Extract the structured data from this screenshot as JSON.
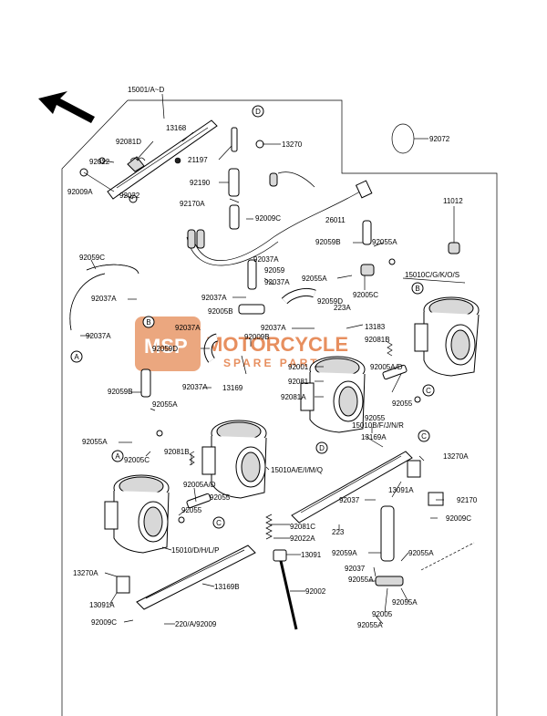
{
  "watermark": {
    "brand": "MSP",
    "text": "MOTORCYCLE",
    "sub": "SPARE PARTS",
    "color": "#e06a2a"
  },
  "labels": {
    "l_15001": "15001/A~D",
    "l_13168": "13168",
    "l_92081D": "92081D",
    "l_92022a": "92022",
    "l_92009A": "92009A",
    "l_92022b": "92022",
    "l_21197": "21197",
    "l_13270": "13270",
    "l_92190": "92190",
    "l_92170A": "92170A",
    "l_92009C_top": "92009C",
    "l_26011": "26011",
    "l_92072": "92072",
    "l_11012": "11012",
    "l_92059B_r": "92059B",
    "l_92055A_r1": "92055A",
    "l_92055A_r2": "92055A",
    "l_92005C_r": "92005C",
    "l_15010C": "15010C/G/K/O/S",
    "l_92059C": "92059C",
    "l_92037A_1": "92037A",
    "l_92037A_2": "92037A",
    "l_92037A_3": "92037A",
    "l_92037A_4": "92037A",
    "l_92037A_5": "92037A",
    "l_92037A_6": "92037A",
    "l_92037A_7": "92037A",
    "l_92059": "92059",
    "l_92059D_a": "92059D",
    "l_92059D_b": "92059D",
    "l_92005B": "92005B",
    "l_92009B": "92009B",
    "l_223A": "223A",
    "l_13183": "13183",
    "l_92081B_r": "92081B",
    "l_92001": "92001",
    "l_92081": "92081",
    "l_92081A": "92081A",
    "l_13169": "13169",
    "l_92005A_D_r": "92005A/D",
    "l_92055_r1": "92055",
    "l_92055_r2": "92055",
    "l_92059B_l": "92059B",
    "l_92055A_l1": "92055A",
    "l_92055A_l2": "92055A",
    "l_92005C_l": "92005C",
    "l_15010B": "15010B/F/J/N/R",
    "l_13169A": "13169A",
    "l_13270A_r": "13270A",
    "l_92081B_l": "92081B",
    "l_15010A": "15010A/E/I/M/Q",
    "l_13091A_r": "13091A",
    "l_92037_1": "92037",
    "l_92170": "92170",
    "l_92005A_D_l": "92005A/D",
    "l_92055_l1": "92055",
    "l_92055_l2": "92055",
    "l_92009C_r": "92009C",
    "l_223": "223",
    "l_92081C": "92081C",
    "l_92022A": "92022A",
    "l_15010D": "15010/D/H/L/P",
    "l_92059A": "92059A",
    "l_92055A_b1": "92055A",
    "l_13091": "13091",
    "l_92037_2": "92037",
    "l_92055A_b2": "92055A",
    "l_13270A_l": "13270A",
    "l_13169B": "13169B",
    "l_92002": "92002",
    "l_92055A_b3": "92055A",
    "l_13091A_l": "13091A",
    "l_92005": "92005",
    "l_92009C_l": "92009C",
    "l_220": "220/A/92009",
    "l_92055A_b4": "92055A"
  },
  "callouts": {
    "A": "A",
    "B": "B",
    "C": "C",
    "D": "D"
  }
}
